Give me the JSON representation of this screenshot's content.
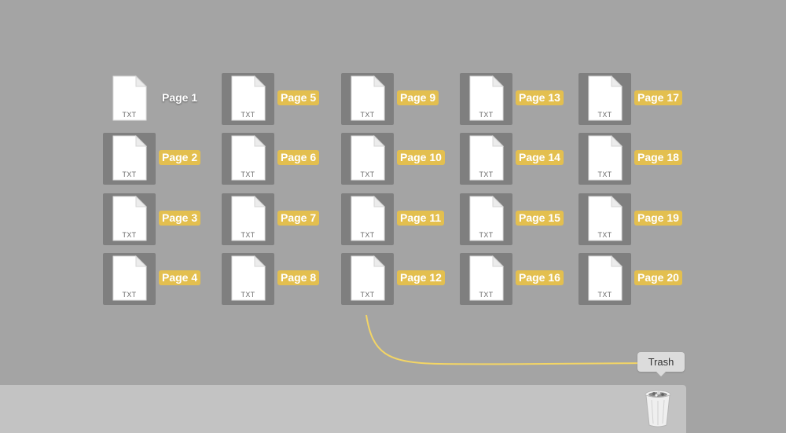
{
  "desktop": {
    "files": [
      {
        "label": "Page 1",
        "ext": "TXT",
        "selected": false
      },
      {
        "label": "Page 2",
        "ext": "TXT",
        "selected": true
      },
      {
        "label": "Page 3",
        "ext": "TXT",
        "selected": true
      },
      {
        "label": "Page 4",
        "ext": "TXT",
        "selected": true
      },
      {
        "label": "Page 5",
        "ext": "TXT",
        "selected": true
      },
      {
        "label": "Page 6",
        "ext": "TXT",
        "selected": true
      },
      {
        "label": "Page 7",
        "ext": "TXT",
        "selected": true
      },
      {
        "label": "Page 8",
        "ext": "TXT",
        "selected": true
      },
      {
        "label": "Page 9",
        "ext": "TXT",
        "selected": true
      },
      {
        "label": "Page 10",
        "ext": "TXT",
        "selected": true
      },
      {
        "label": "Page 11",
        "ext": "TXT",
        "selected": true
      },
      {
        "label": "Page 12",
        "ext": "TXT",
        "selected": true
      },
      {
        "label": "Page 13",
        "ext": "TXT",
        "selected": true
      },
      {
        "label": "Page 14",
        "ext": "TXT",
        "selected": true
      },
      {
        "label": "Page 15",
        "ext": "TXT",
        "selected": true
      },
      {
        "label": "Page 16",
        "ext": "TXT",
        "selected": true
      },
      {
        "label": "Page 17",
        "ext": "TXT",
        "selected": true
      },
      {
        "label": "Page 18",
        "ext": "TXT",
        "selected": true
      },
      {
        "label": "Page 19",
        "ext": "TXT",
        "selected": true
      },
      {
        "label": "Page 20",
        "ext": "TXT",
        "selected": true
      }
    ]
  },
  "dock": {
    "trash": {
      "tooltip": "Trash",
      "icon": "trash-icon"
    }
  },
  "colors": {
    "desktop_bg": "#a4a4a4",
    "selection_tile": "#7f7f7f",
    "selection_label": "#e3bf4f",
    "drag_arrow": "#f3d565",
    "dock_bg": "#c3c3c3"
  },
  "icons": {
    "file": "text-document-icon",
    "arrow": "drag-arrow-icon"
  }
}
